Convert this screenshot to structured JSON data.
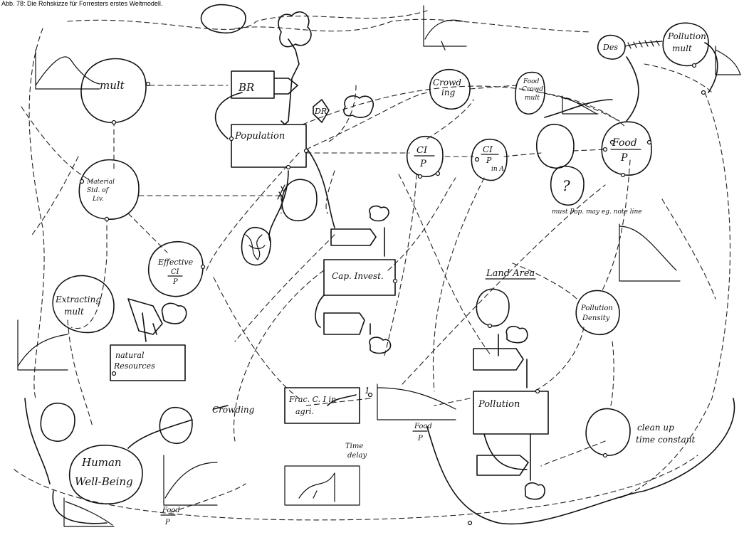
{
  "caption": "Abb. 78: Die Rohskizze für Forresters erstes Weltmodell.",
  "labels": {
    "mult": "mult",
    "br": "BR",
    "dr": "DR",
    "population": "Population",
    "crowding_top": "Crowd",
    "crowding_top2": "ing",
    "food_crowd_mult1": "Food",
    "food_crowd_mult2": "Crowd",
    "food_crowd_mult3": "mult",
    "des": "Des",
    "pollution_mult1": "Pollution",
    "pollution_mult2": "mult",
    "food_p1": "Food",
    "food_p2": "P",
    "ci_p1": "CI",
    "ci_p2": "P",
    "ci_p_in_a1": "CI",
    "ci_p_in_a2": "P",
    "ci_p_in_a3": "in A",
    "question": "?",
    "must_pop": "must Pop. may eg. note line",
    "material_std1": "Material",
    "material_std2": "Std. of",
    "material_std3": "Liv.",
    "effective1": "Effective",
    "effective2": "CI",
    "effective3": "P",
    "cap_invest": "Cap. Invest.",
    "land_area": "Land Area",
    "pollution_density1": "Pollution",
    "pollution_density2": "Density",
    "extracting1": "Extracting",
    "extracting2": "mult",
    "natural1": "natural",
    "natural2": "Resources",
    "frac_ci1": "Frac. C. I in",
    "frac_ci2": "agri.",
    "time_delay1": "Time",
    "time_delay2": "delay",
    "food_p_bottom1": "Food",
    "food_p_bottom2": "P",
    "pollution": "Pollution",
    "clean_up1": "clean up",
    "clean_up2": "time constant",
    "crowding_bottom": "Crowding",
    "human1": "Human",
    "human2": "Well-Being",
    "food_p_left1": "Food",
    "food_p_left2": "P",
    "one_mark": "1"
  }
}
